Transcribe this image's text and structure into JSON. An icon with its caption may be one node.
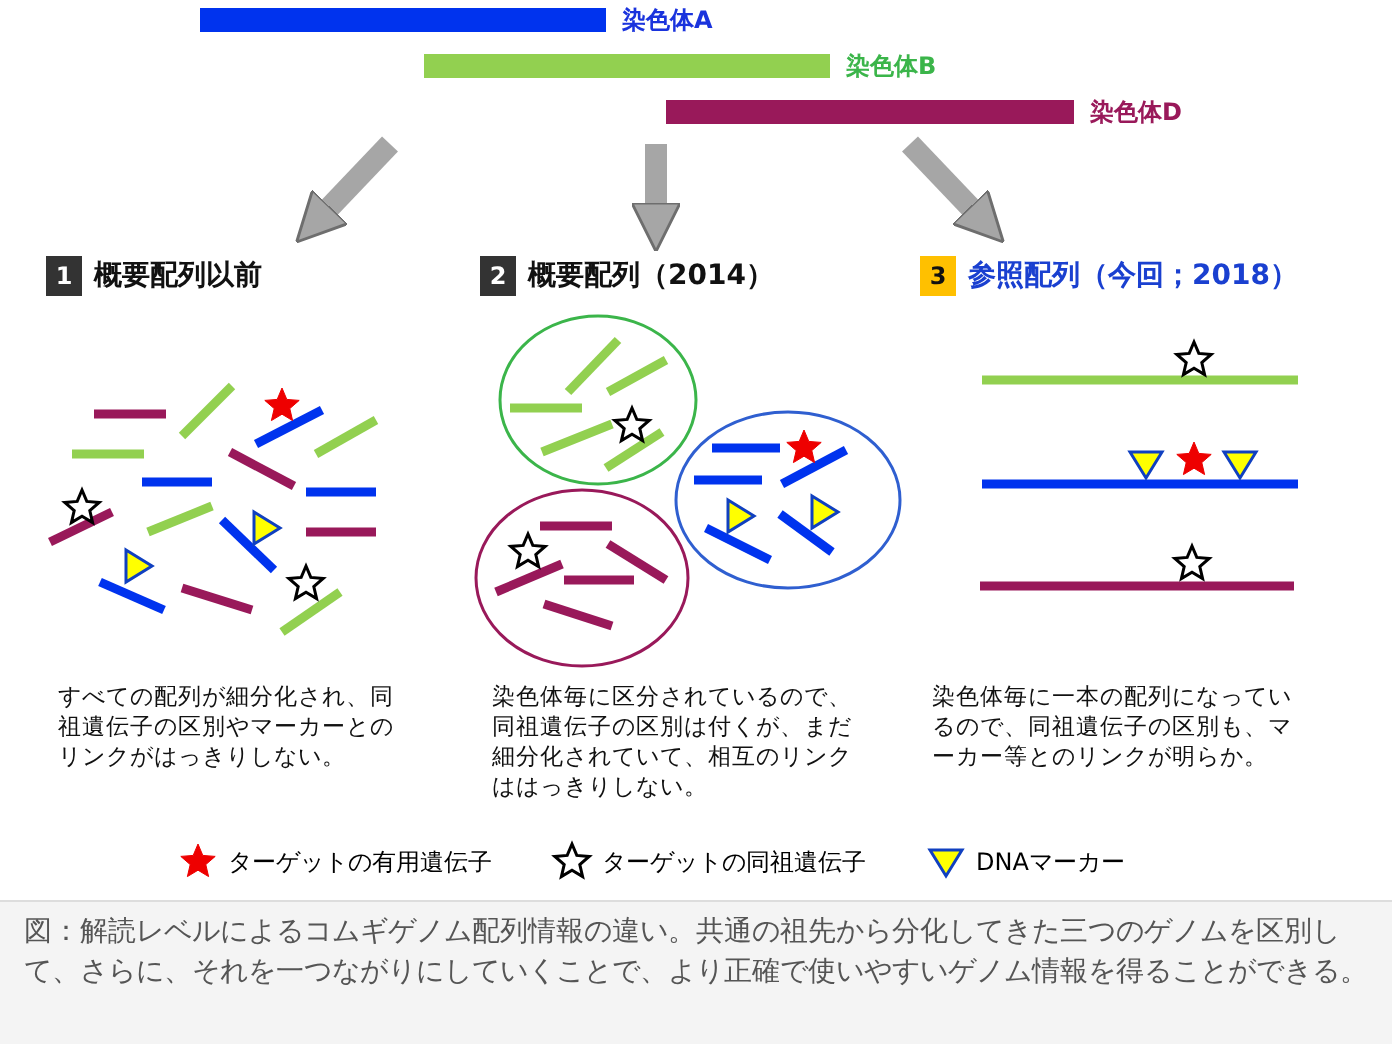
{
  "diagram": {
    "caption": "図：解読レベルによるコムギゲノム配列情報の違い。共通の祖先から分化してきた三つのゲノムを区別して、さらに、それを一つながりにしていくことで、より正確で使いやすいゲノム情報を得ることができる。",
    "nodes": [
      {
        "text": [
          "染色体A",
          "染色体B",
          "染色体D"
        ]
      },
      {
        "text": [
          "1",
          "概要配列以前",
          "すべての配列が細分化され、同祖遺伝子の区別やマーカーとのリンクがはっきりしない。"
        ]
      },
      {
        "text": [
          "2",
          "概要配列（2014）",
          "染色体毎に区分されているので、同祖遺伝子の区別は付くが、まだ細分化されていて、相互のリンクははっきりしない。"
        ]
      },
      {
        "text": [
          "3",
          "参照配列（今回；2018）",
          "染色体毎に一本の配列になっているので、同祖遺伝子の区別も、マーカー等とのリンクが明らか。"
        ]
      }
    ],
    "edges": [
      {
        "from": 0,
        "to": 1,
        "arrow": "to"
      },
      {
        "from": 0,
        "to": 2,
        "arrow": "to"
      },
      {
        "from": 0,
        "to": 3,
        "arrow": "to"
      }
    ],
    "legend": [
      {
        "text": "ターゲットの有用遺伝子"
      },
      {
        "text": "ターゲットの同祖遺伝子"
      },
      {
        "text": "DNAマーカー"
      }
    ]
  }
}
